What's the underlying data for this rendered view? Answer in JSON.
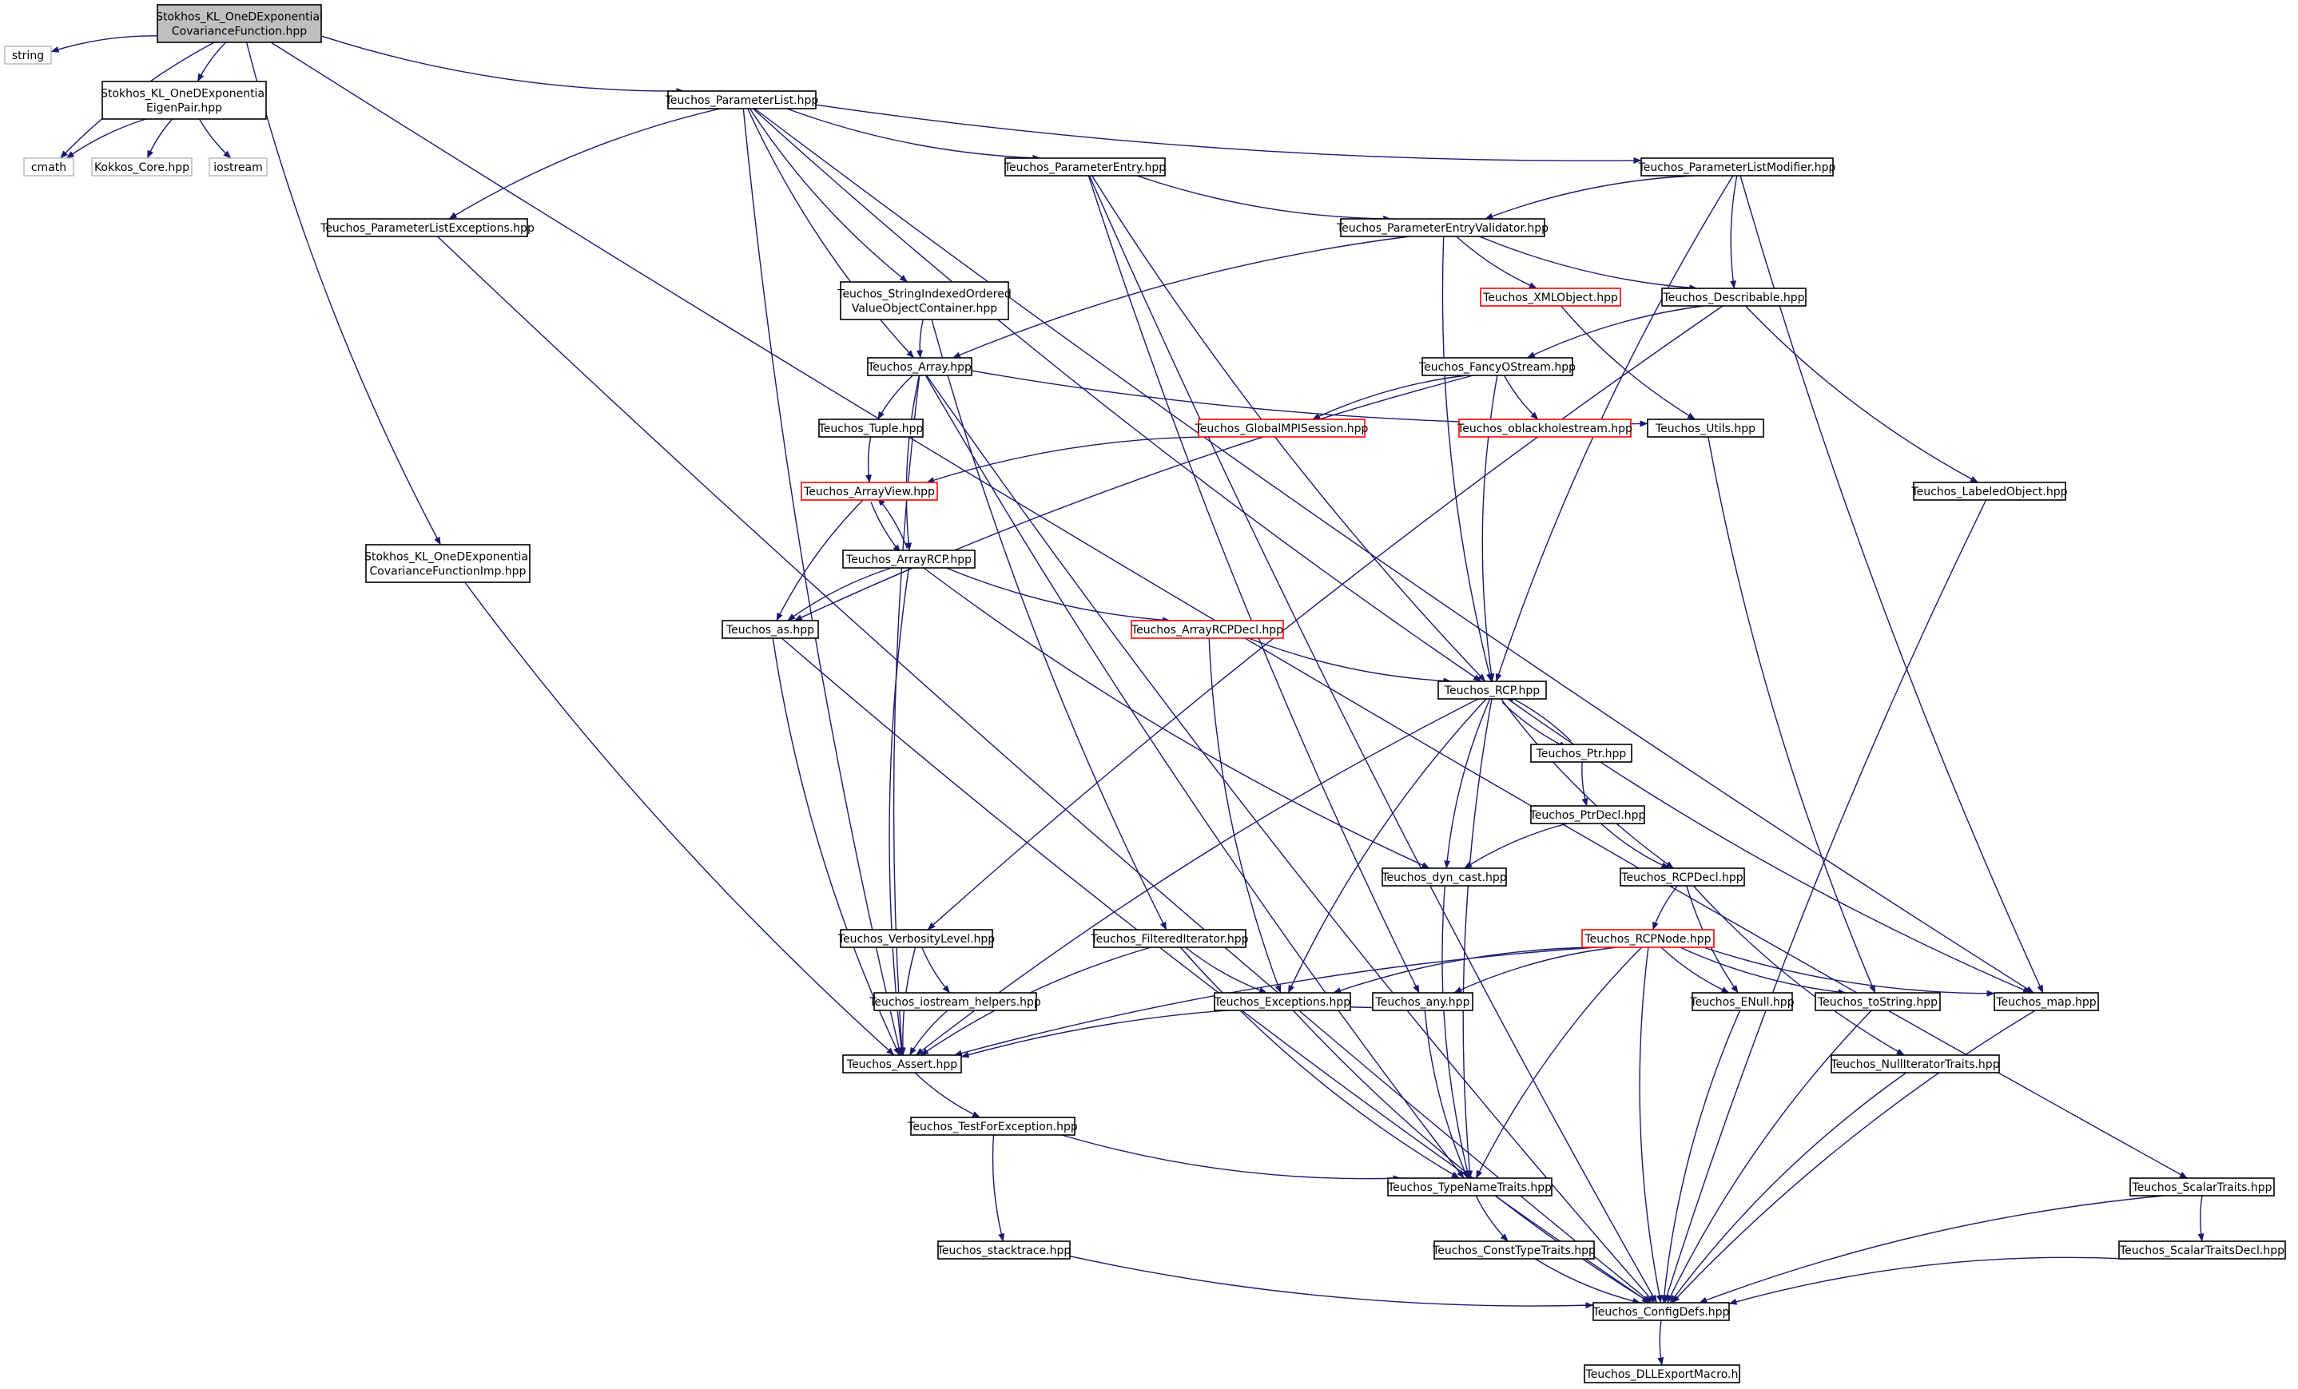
{
  "colors": {
    "edge": "#191970",
    "border_normal": "#000000",
    "border_truncated": "#ff0000",
    "border_external": "#bfbfbf",
    "fill_root": "#bfbfbf",
    "fill_default": "#ffffff"
  },
  "nodes": [
    {
      "id": "root",
      "lines": [
        "Stokhos_KL_OneDExponential",
        "CovarianceFunction.hpp"
      ],
      "kind": "root"
    },
    {
      "id": "string",
      "lines": [
        "string"
      ],
      "kind": "external"
    },
    {
      "id": "cmath",
      "lines": [
        "cmath"
      ],
      "kind": "external"
    },
    {
      "id": "eigenpair",
      "lines": [
        "Stokhos_KL_OneDExponential",
        "EigenPair.hpp"
      ],
      "kind": "normal"
    },
    {
      "id": "kokkos",
      "lines": [
        "Kokkos_Core.hpp"
      ],
      "kind": "external"
    },
    {
      "id": "iostream",
      "lines": [
        "iostream"
      ],
      "kind": "external"
    },
    {
      "id": "plist",
      "lines": [
        "Teuchos_ParameterList.hpp"
      ],
      "kind": "normal"
    },
    {
      "id": "plistexc",
      "lines": [
        "Teuchos_ParameterListExceptions.hpp"
      ],
      "kind": "normal"
    },
    {
      "id": "pentry",
      "lines": [
        "Teuchos_ParameterEntry.hpp"
      ],
      "kind": "normal"
    },
    {
      "id": "plistmod",
      "lines": [
        "Teuchos_ParameterListModifier.hpp"
      ],
      "kind": "normal"
    },
    {
      "id": "pentryval",
      "lines": [
        "Teuchos_ParameterEntryValidator.hpp"
      ],
      "kind": "normal"
    },
    {
      "id": "stringidx",
      "lines": [
        "Teuchos_StringIndexedOrdered",
        "ValueObjectContainer.hpp"
      ],
      "kind": "normal"
    },
    {
      "id": "xmlobj",
      "lines": [
        "Teuchos_XMLObject.hpp"
      ],
      "kind": "truncated"
    },
    {
      "id": "describable",
      "lines": [
        "Teuchos_Describable.hpp"
      ],
      "kind": "normal"
    },
    {
      "id": "array",
      "lines": [
        "Teuchos_Array.hpp"
      ],
      "kind": "normal"
    },
    {
      "id": "fancy",
      "lines": [
        "Teuchos_FancyOStream.hpp"
      ],
      "kind": "normal"
    },
    {
      "id": "tuple",
      "lines": [
        "Teuchos_Tuple.hpp"
      ],
      "kind": "normal"
    },
    {
      "id": "mpisession",
      "lines": [
        "Teuchos_GlobalMPISession.hpp"
      ],
      "kind": "truncated"
    },
    {
      "id": "oblackhole",
      "lines": [
        "Teuchos_oblackholestream.hpp"
      ],
      "kind": "truncated"
    },
    {
      "id": "utils",
      "lines": [
        "Teuchos_Utils.hpp"
      ],
      "kind": "normal"
    },
    {
      "id": "labeled",
      "lines": [
        "Teuchos_LabeledObject.hpp"
      ],
      "kind": "normal"
    },
    {
      "id": "arrayview",
      "lines": [
        "Teuchos_ArrayView.hpp"
      ],
      "kind": "truncated"
    },
    {
      "id": "expimp",
      "lines": [
        "Stokhos_KL_OneDExponential",
        "CovarianceFunctionImp.hpp"
      ],
      "kind": "normal"
    },
    {
      "id": "arrayrcp",
      "lines": [
        "Teuchos_ArrayRCP.hpp"
      ],
      "kind": "normal"
    },
    {
      "id": "as",
      "lines": [
        "Teuchos_as.hpp"
      ],
      "kind": "normal"
    },
    {
      "id": "arrayrcpdecl",
      "lines": [
        "Teuchos_ArrayRCPDecl.hpp"
      ],
      "kind": "truncated"
    },
    {
      "id": "rcp",
      "lines": [
        "Teuchos_RCP.hpp"
      ],
      "kind": "normal"
    },
    {
      "id": "ptr",
      "lines": [
        "Teuchos_Ptr.hpp"
      ],
      "kind": "normal"
    },
    {
      "id": "ptrdecl",
      "lines": [
        "Teuchos_PtrDecl.hpp"
      ],
      "kind": "normal"
    },
    {
      "id": "dyncast",
      "lines": [
        "Teuchos_dyn_cast.hpp"
      ],
      "kind": "normal"
    },
    {
      "id": "rcpdecl",
      "lines": [
        "Teuchos_RCPDecl.hpp"
      ],
      "kind": "normal"
    },
    {
      "id": "verbosity",
      "lines": [
        "Teuchos_VerbosityLevel.hpp"
      ],
      "kind": "normal"
    },
    {
      "id": "filtered",
      "lines": [
        "Teuchos_FilteredIterator.hpp"
      ],
      "kind": "normal"
    },
    {
      "id": "rcpnode",
      "lines": [
        "Teuchos_RCPNode.hpp"
      ],
      "kind": "truncated"
    },
    {
      "id": "iohelpers",
      "lines": [
        "Teuchos_iostream_helpers.hpp"
      ],
      "kind": "normal"
    },
    {
      "id": "exceptions",
      "lines": [
        "Teuchos_Exceptions.hpp"
      ],
      "kind": "normal"
    },
    {
      "id": "any",
      "lines": [
        "Teuchos_any.hpp"
      ],
      "kind": "normal"
    },
    {
      "id": "enull",
      "lines": [
        "Teuchos_ENull.hpp"
      ],
      "kind": "normal"
    },
    {
      "id": "tostring",
      "lines": [
        "Teuchos_toString.hpp"
      ],
      "kind": "normal"
    },
    {
      "id": "map",
      "lines": [
        "Teuchos_map.hpp"
      ],
      "kind": "normal"
    },
    {
      "id": "assert",
      "lines": [
        "Teuchos_Assert.hpp"
      ],
      "kind": "normal"
    },
    {
      "id": "nulliter",
      "lines": [
        "Teuchos_NullIteratorTraits.hpp"
      ],
      "kind": "normal"
    },
    {
      "id": "testforexc",
      "lines": [
        "Teuchos_TestForException.hpp"
      ],
      "kind": "normal"
    },
    {
      "id": "typename",
      "lines": [
        "Teuchos_TypeNameTraits.hpp"
      ],
      "kind": "normal"
    },
    {
      "id": "scalartraits",
      "lines": [
        "Teuchos_ScalarTraits.hpp"
      ],
      "kind": "normal"
    },
    {
      "id": "stacktrace",
      "lines": [
        "Teuchos_stacktrace.hpp"
      ],
      "kind": "normal"
    },
    {
      "id": "consttype",
      "lines": [
        "Teuchos_ConstTypeTraits.hpp"
      ],
      "kind": "normal"
    },
    {
      "id": "scalartraitsdecl",
      "lines": [
        "Teuchos_ScalarTraitsDecl.hpp"
      ],
      "kind": "normal"
    },
    {
      "id": "configdefs",
      "lines": [
        "Teuchos_ConfigDefs.hpp"
      ],
      "kind": "normal"
    },
    {
      "id": "dllexport",
      "lines": [
        "Teuchos_DLLExportMacro.h"
      ],
      "kind": "normal"
    }
  ],
  "edges": [
    [
      "root",
      "string"
    ],
    [
      "root",
      "cmath"
    ],
    [
      "root",
      "eigenpair"
    ],
    [
      "root",
      "plist"
    ],
    [
      "root",
      "expimp"
    ],
    [
      "root",
      "scalartraits"
    ],
    [
      "eigenpair",
      "cmath"
    ],
    [
      "eigenpair",
      "kokkos"
    ],
    [
      "eigenpair",
      "iostream"
    ],
    [
      "plist",
      "plistexc"
    ],
    [
      "plist",
      "pentry"
    ],
    [
      "plist",
      "plistmod"
    ],
    [
      "plist",
      "stringidx"
    ],
    [
      "plist",
      "array"
    ],
    [
      "plist",
      "assert"
    ],
    [
      "plist",
      "rcp"
    ],
    [
      "plist",
      "map"
    ],
    [
      "plistexc",
      "configdefs"
    ],
    [
      "pentry",
      "pentryval"
    ],
    [
      "pentry",
      "configdefs"
    ],
    [
      "pentry",
      "any"
    ],
    [
      "pentry",
      "rcp"
    ],
    [
      "plistmod",
      "pentryval"
    ],
    [
      "plistmod",
      "describable"
    ],
    [
      "plistmod",
      "rcp"
    ],
    [
      "plistmod",
      "map"
    ],
    [
      "pentryval",
      "xmlobj"
    ],
    [
      "pentryval",
      "describable"
    ],
    [
      "pentryval",
      "array"
    ],
    [
      "pentryval",
      "rcp"
    ],
    [
      "stringidx",
      "array"
    ],
    [
      "stringidx",
      "filtered"
    ],
    [
      "xmlobj",
      "utils"
    ],
    [
      "describable",
      "fancy"
    ],
    [
      "describable",
      "labeled"
    ],
    [
      "describable",
      "verbosity"
    ],
    [
      "array",
      "tuple"
    ],
    [
      "array",
      "arrayrcp"
    ],
    [
      "array",
      "utils"
    ],
    [
      "array",
      "assert"
    ],
    [
      "array",
      "typename"
    ],
    [
      "array",
      "configdefs"
    ],
    [
      "fancy",
      "mpisession"
    ],
    [
      "fancy",
      "oblackhole"
    ],
    [
      "fancy",
      "as"
    ],
    [
      "fancy",
      "rcp"
    ],
    [
      "tuple",
      "arrayview"
    ],
    [
      "mpisession",
      "arrayview"
    ],
    [
      "arrayview",
      "arrayrcp"
    ],
    [
      "arrayview",
      "as"
    ],
    [
      "arrayrcp",
      "arrayview"
    ],
    [
      "arrayrcp",
      "as"
    ],
    [
      "arrayrcp",
      "arrayrcpdecl"
    ],
    [
      "arrayrcp",
      "assert"
    ],
    [
      "arrayrcp",
      "dyncast"
    ],
    [
      "utils",
      "tostring"
    ],
    [
      "labeled",
      "configdefs"
    ],
    [
      "expimp",
      "assert"
    ],
    [
      "as",
      "assert"
    ],
    [
      "as",
      "configdefs"
    ],
    [
      "arrayrcpdecl",
      "rcp"
    ],
    [
      "arrayrcpdecl",
      "exceptions"
    ],
    [
      "rcp",
      "ptr"
    ],
    [
      "rcp",
      "rcpdecl"
    ],
    [
      "rcp",
      "dyncast"
    ],
    [
      "rcp",
      "exceptions"
    ],
    [
      "rcp",
      "assert"
    ],
    [
      "rcp",
      "typename"
    ],
    [
      "rcp",
      "map"
    ],
    [
      "ptr",
      "rcp"
    ],
    [
      "ptr",
      "ptrdecl"
    ],
    [
      "ptrdecl",
      "rcpdecl"
    ],
    [
      "ptrdecl",
      "dyncast"
    ],
    [
      "rcpdecl",
      "rcpnode"
    ],
    [
      "rcpdecl",
      "enull"
    ],
    [
      "rcpdecl",
      "nulliter"
    ],
    [
      "dyncast",
      "typename"
    ],
    [
      "verbosity",
      "iohelpers"
    ],
    [
      "verbosity",
      "assert"
    ],
    [
      "filtered",
      "exceptions"
    ],
    [
      "filtered",
      "assert"
    ],
    [
      "filtered",
      "typename"
    ],
    [
      "rcpnode",
      "exceptions"
    ],
    [
      "rcpnode",
      "any"
    ],
    [
      "rcpnode",
      "enull"
    ],
    [
      "rcpnode",
      "tostring"
    ],
    [
      "rcpnode",
      "map"
    ],
    [
      "rcpnode",
      "assert"
    ],
    [
      "rcpnode",
      "typename"
    ],
    [
      "rcpnode",
      "configdefs"
    ],
    [
      "iohelpers",
      "assert"
    ],
    [
      "exceptions",
      "configdefs"
    ],
    [
      "any",
      "assert"
    ],
    [
      "any",
      "typename"
    ],
    [
      "enull",
      "configdefs"
    ],
    [
      "tostring",
      "configdefs"
    ],
    [
      "map",
      "configdefs"
    ],
    [
      "nulliter",
      "configdefs"
    ],
    [
      "assert",
      "testforexc"
    ],
    [
      "testforexc",
      "stacktrace"
    ],
    [
      "testforexc",
      "typename"
    ],
    [
      "typename",
      "consttype"
    ],
    [
      "consttype",
      "configdefs"
    ],
    [
      "stacktrace",
      "configdefs"
    ],
    [
      "scalartraits",
      "scalartraitsdecl"
    ],
    [
      "scalartraits",
      "configdefs"
    ],
    [
      "scalartraitsdecl",
      "configdefs"
    ],
    [
      "configdefs",
      "dllexport"
    ]
  ]
}
